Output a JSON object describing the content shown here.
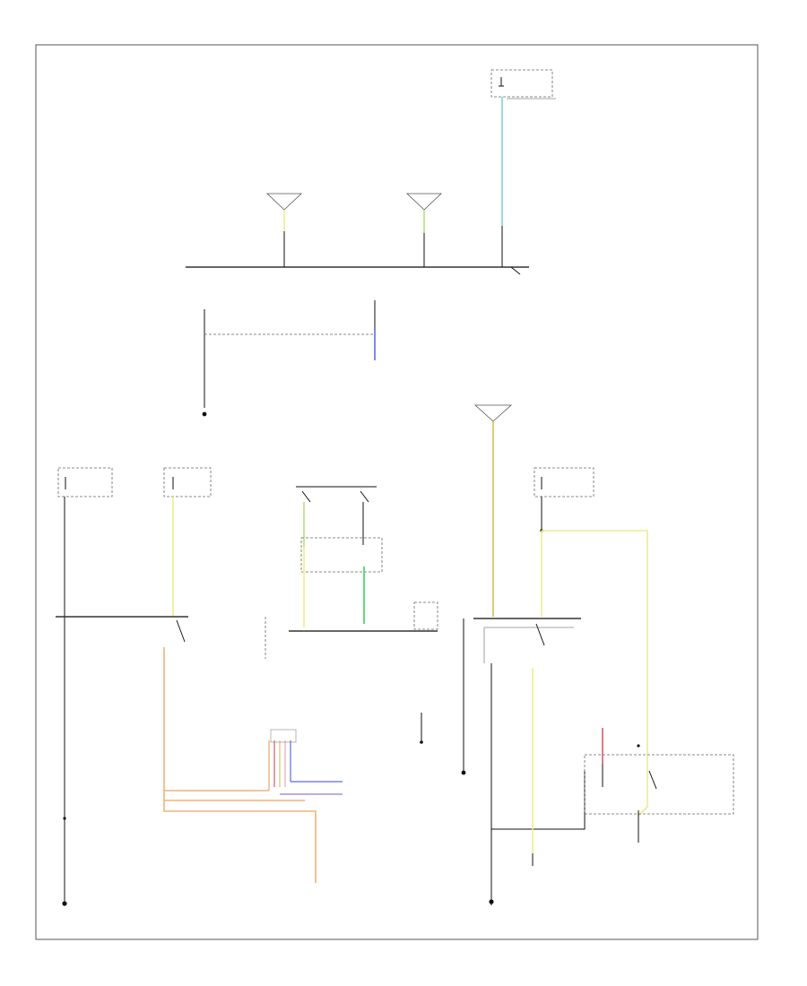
{
  "diagram": {
    "footer_text": "",
    "colors": {
      "border": "#555555",
      "wire_black": "#111111",
      "wire_cyan": "#7fd3dc",
      "wire_yellow": "#eeec8e",
      "wire_lightgreen": "#b8e07a",
      "wire_blue": "#5a6ee0",
      "wire_tan": "#d9c56a",
      "wire_orange": "#f0b27a",
      "wire_green": "#56d36a",
      "wire_red": "#d65a6a",
      "wire_violet": "#9a7ad6",
      "wire_pink": "#e8a8b8"
    },
    "icons": [
      "ground-symbol",
      "splice-dot",
      "switch-contact",
      "connector-triangle"
    ]
  }
}
